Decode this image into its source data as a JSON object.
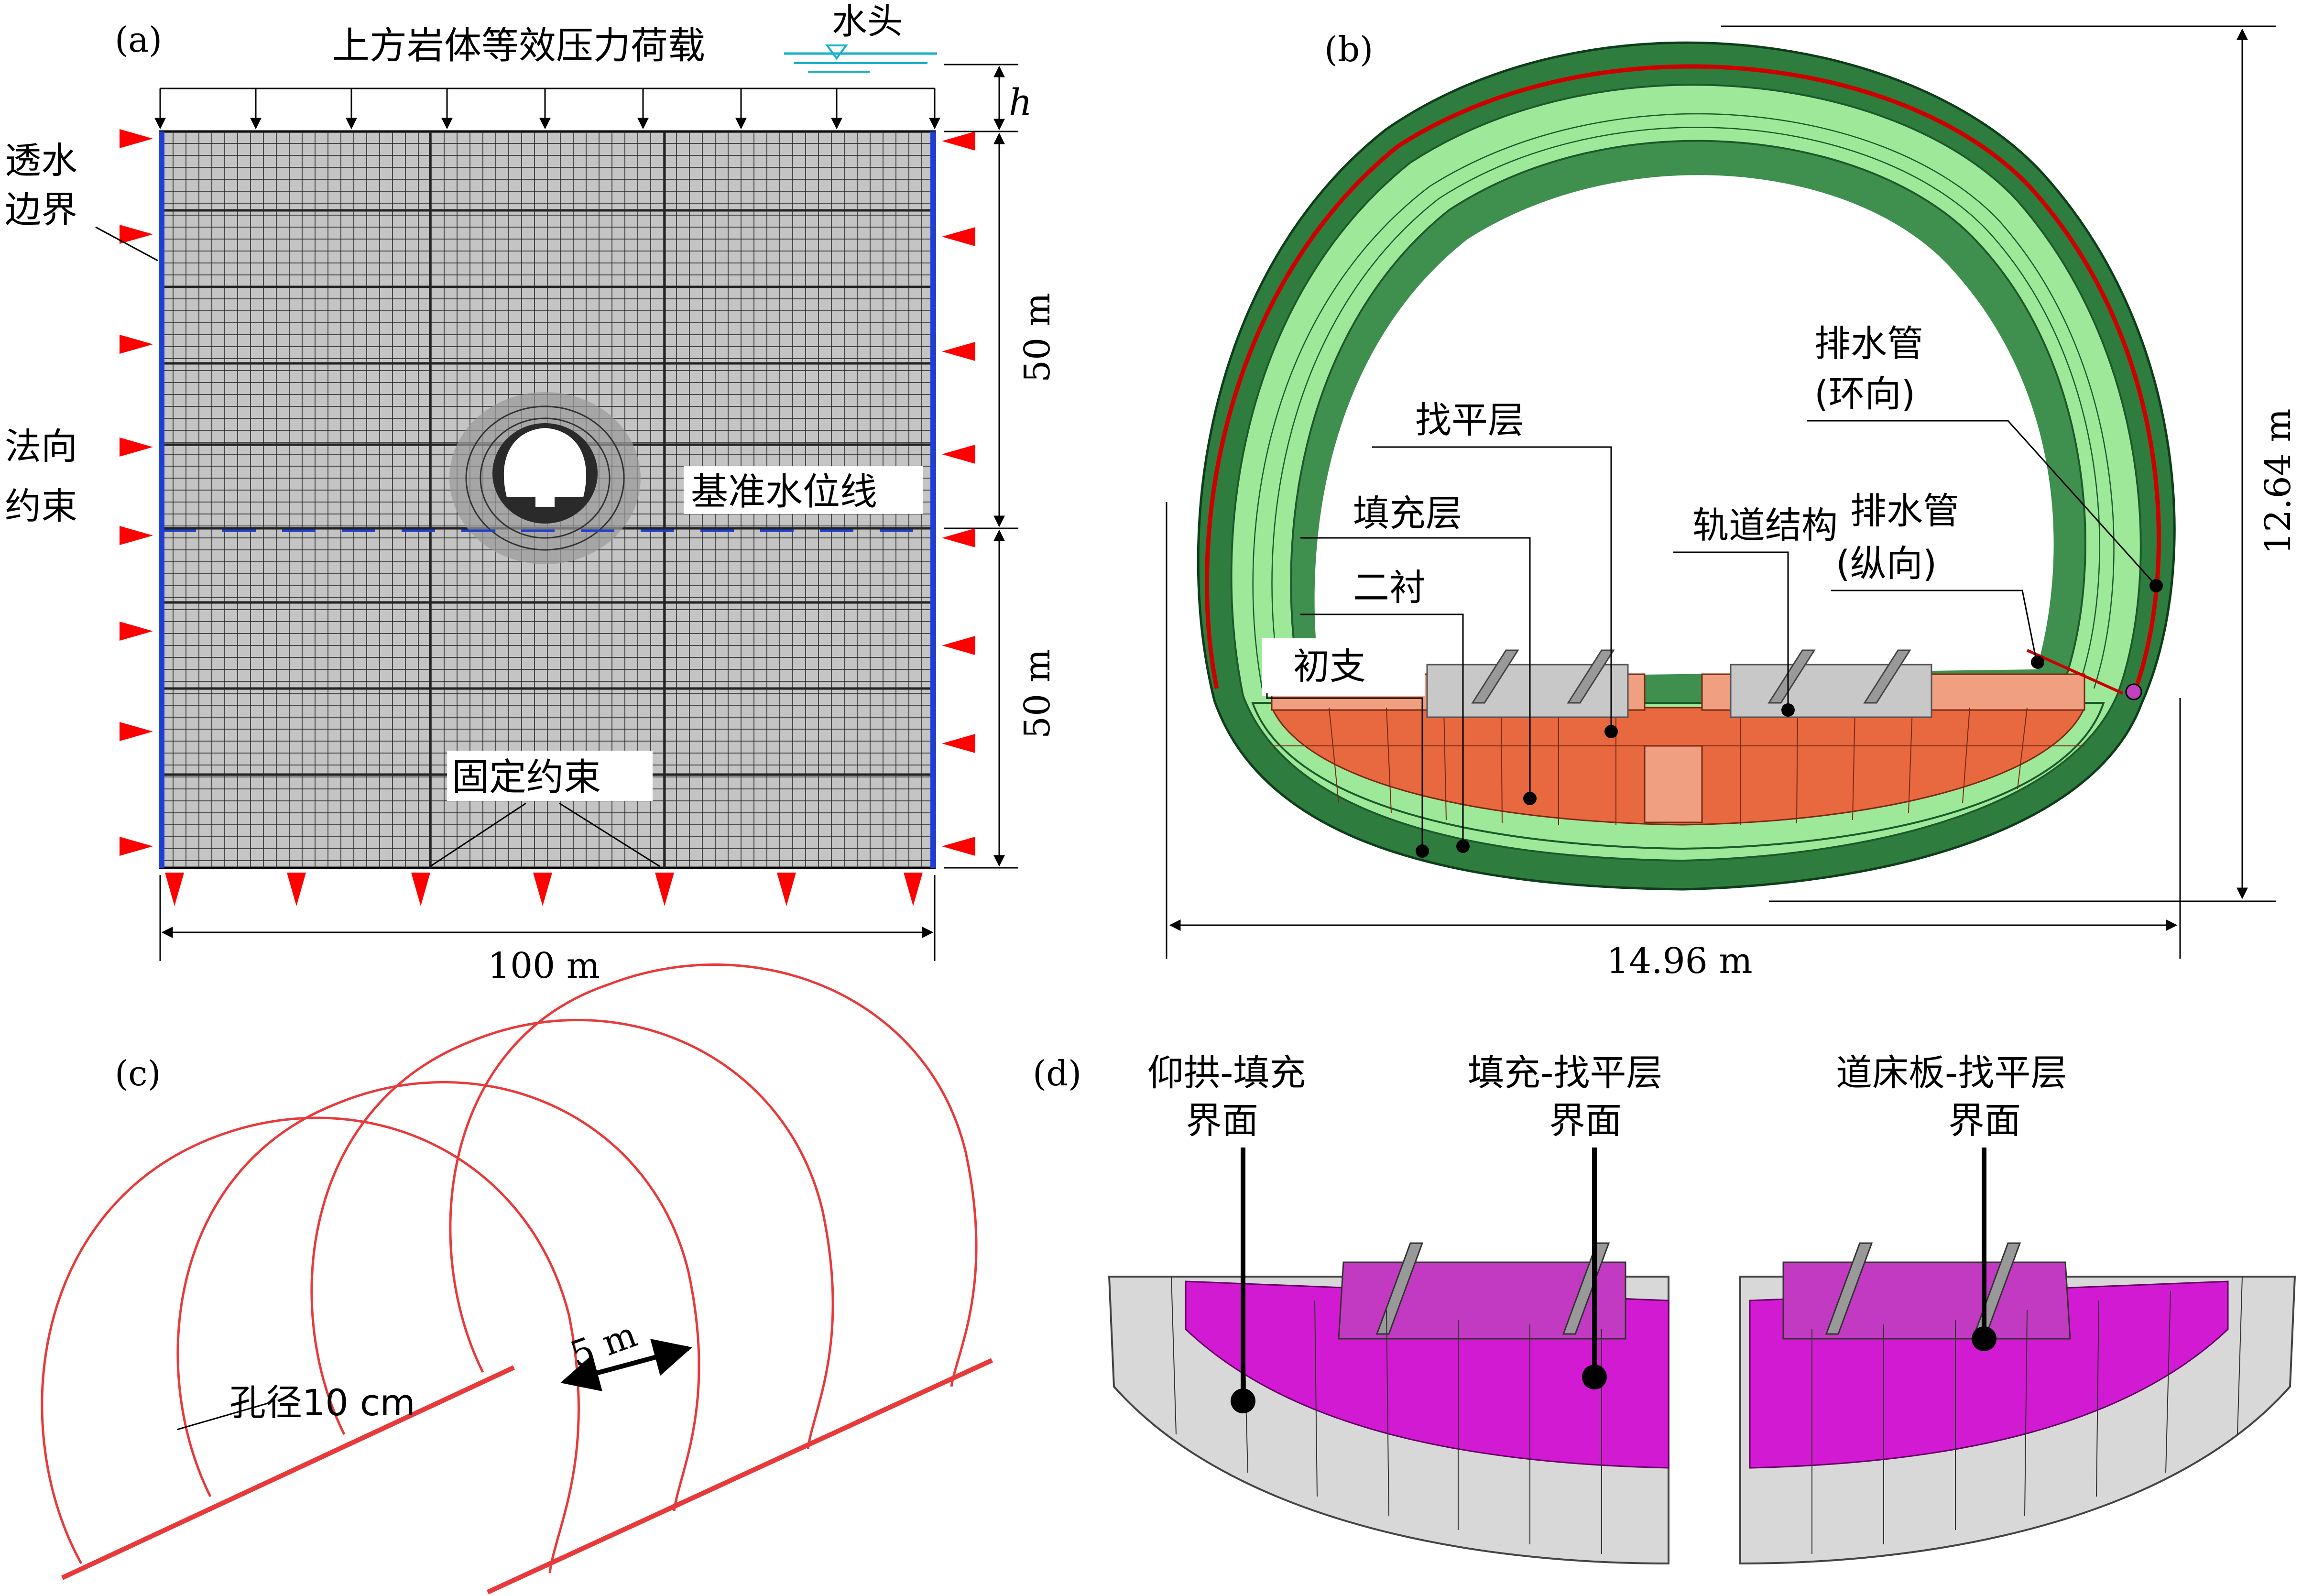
{
  "panel_a": {
    "panel_label": "(a)",
    "top_load_label": "上方岩体等效压力荷载",
    "water_head_label": "水头",
    "h_label": "h",
    "permeable_boundary_label": [
      "透水",
      "边界"
    ],
    "normal_constraint_label": [
      "法向",
      "约束"
    ],
    "reference_water_level_label": "基准水位线",
    "fixed_constraint_label": "固定约束",
    "height_upper_label": "50 m",
    "height_lower_label": "50 m",
    "width_label": "100 m"
  },
  "panel_b": {
    "panel_label": "(b)",
    "leveling_layer_label": "找平层",
    "filling_layer_label": "填充层",
    "secondary_lining_label": "二衬",
    "primary_support_label": "初支",
    "track_structure_label": "轨道结构",
    "drain_ring_label": [
      "排水管",
      "(环向)"
    ],
    "drain_long_label": [
      "排水管",
      "(纵向)"
    ],
    "height_label": "12.64 m",
    "width_label": "14.96 m"
  },
  "panel_c": {
    "panel_label": "(c)",
    "spacing_label": "5 m",
    "hole_label": "孔径10 cm"
  },
  "panel_d": {
    "panel_label": "(d)",
    "interface_1": [
      "仰拱-填充",
      "界面"
    ],
    "interface_2": [
      "填充-找平层",
      "界面"
    ],
    "interface_3": [
      "道床板-找平层",
      "界面"
    ]
  },
  "colors": {
    "mesh_fill": "#c4c4c4",
    "boundary_blue": "#1f3fd0",
    "constraint_red": "#ff0000",
    "lining_dark_green": "#2e7d3f",
    "lining_light_green": "#9ee89a",
    "filling_orange": "#e8683f",
    "drain_red": "#cc0000",
    "magenta": "#d21ad2",
    "water_cyan": "#1ab0c8"
  }
}
